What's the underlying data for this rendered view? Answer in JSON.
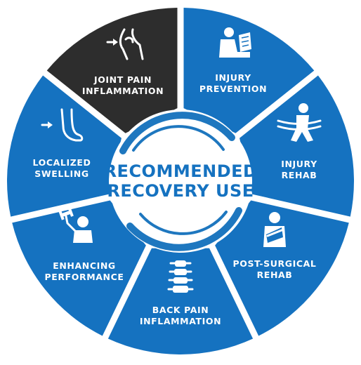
{
  "diagram": {
    "center": {
      "line1": "RECOMMENDED",
      "line2": "RECOVERY USE"
    },
    "colors": {
      "segment": "#1572c0",
      "highlight": "#2d2d2d",
      "text": "#ffffff",
      "center_text": "#1572c0",
      "ring": "#1e77bf"
    },
    "segments": [
      {
        "line1": "INJURY",
        "line2": "PREVENTION",
        "icon": "person-reading-clipboard-icon",
        "highlighted": false
      },
      {
        "line1": "INJURY",
        "line2": "REHAB",
        "icon": "person-resistance-band-icon",
        "highlighted": false
      },
      {
        "line1": "POST-SURGICAL",
        "line2": "REHAB",
        "icon": "person-arm-sling-icon",
        "highlighted": false
      },
      {
        "line1": "BACK PAIN",
        "line2": "INFLAMMATION",
        "icon": "spine-icon",
        "highlighted": false
      },
      {
        "line1": "ENHANCING",
        "line2": "PERFORMANCE",
        "icon": "person-dumbbell-icon",
        "highlighted": false
      },
      {
        "line1": "LOCALIZED",
        "line2": "SWELLING",
        "icon": "foot-swelling-icon",
        "highlighted": false
      },
      {
        "line1": "JOINT PAIN",
        "line2": "INFLAMMATION",
        "icon": "knee-joint-icon",
        "highlighted": true
      }
    ]
  }
}
